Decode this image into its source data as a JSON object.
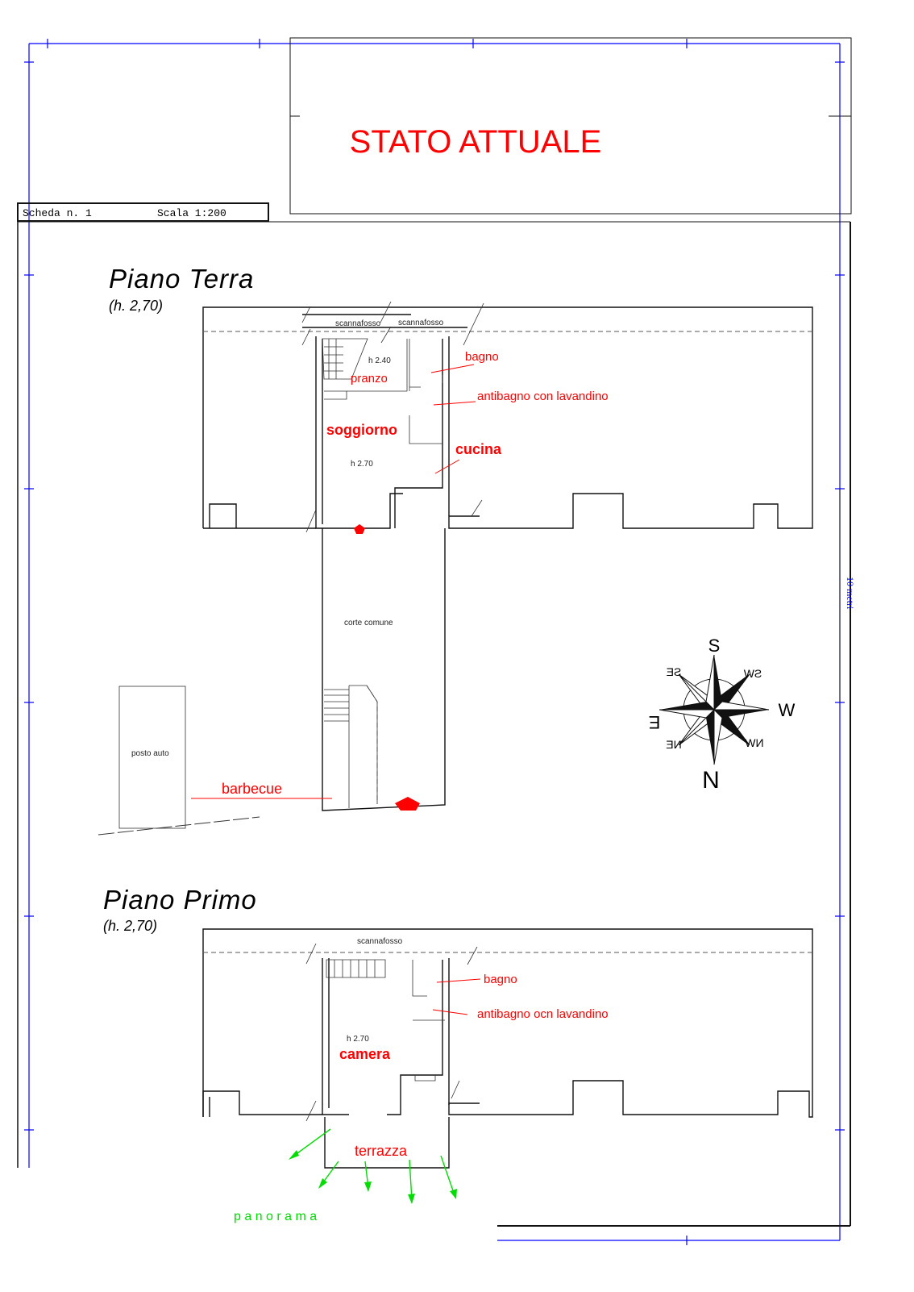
{
  "title_block": {
    "title": "STATO ATTUALE"
  },
  "sheet": {
    "scheda": "Scheda n. 1",
    "scala": "Scala 1:200"
  },
  "scale_bar": {
    "label": "10 metri"
  },
  "ground_floor": {
    "title": "Piano Terra",
    "height": "(h. 2,70)",
    "labels": {
      "scannafosso_1": "scannafosso",
      "scannafosso_2": "scannafosso",
      "h_pranzo": "h 2.40",
      "pranzo": "pranzo",
      "bagno": "bagno",
      "antibagno": "antibagno con lavandino",
      "soggiorno": "soggiorno",
      "cucina": "cucina",
      "h_soggiorno": "h 2.70",
      "corte": "corte comune",
      "posto_auto": "posto auto",
      "barbecue": "barbecue"
    }
  },
  "first_floor": {
    "title": "Piano Primo",
    "height": "(h. 2,70)",
    "labels": {
      "scannafosso": "scannafosso",
      "bagno": "bagno",
      "antibagno": "antibagno ocn lavandino",
      "h_camera": "h 2.70",
      "camera": "camera",
      "terrazza": "terrazza",
      "panorama": "p a n o r a m a"
    }
  },
  "compass": {
    "S": "S",
    "N": "N",
    "E": "E",
    "W": "W",
    "SE": "SE",
    "SW": "SW",
    "NE": "NE",
    "NW": "NW"
  },
  "colors": {
    "frame": "#0000ff",
    "annotation": "#ff0000",
    "panorama": "#00dd00"
  }
}
